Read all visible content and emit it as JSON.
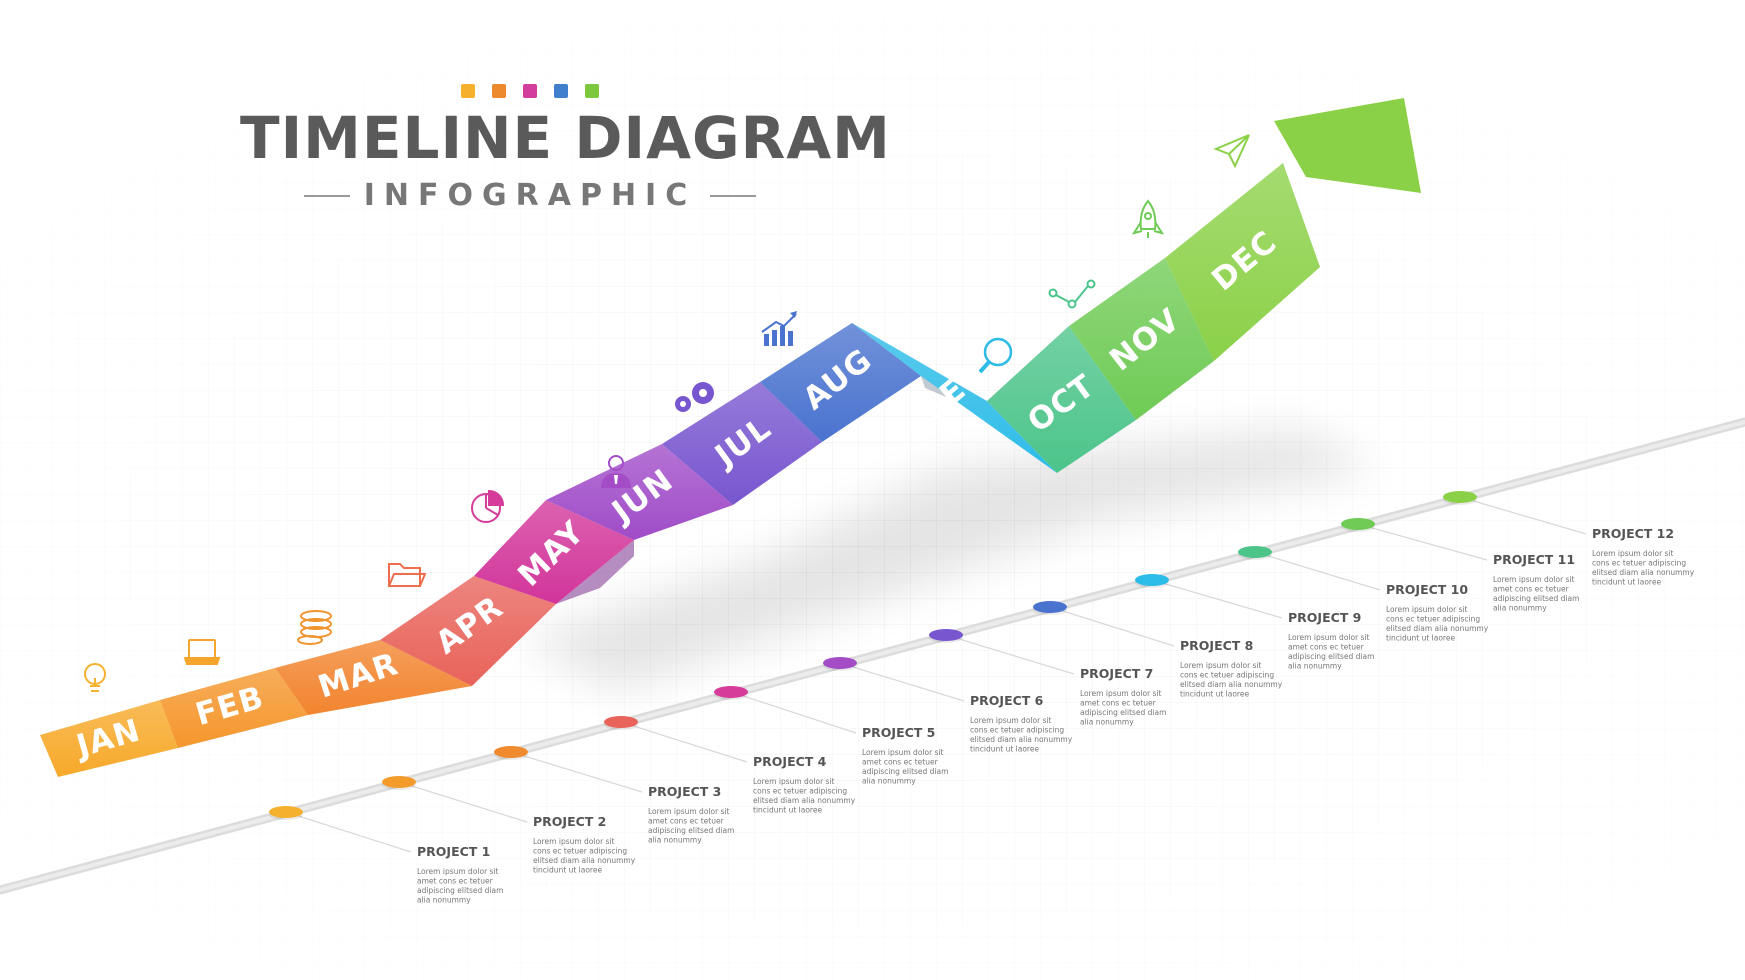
{
  "header": {
    "title": "TIMELINE DIAGRAM",
    "subtitle": "INFOGRAPHIC",
    "swatch_colors": [
      "#F5B12E",
      "#EE8A2E",
      "#D33E9C",
      "#3F7FCC",
      "#7DC73E"
    ]
  },
  "months": [
    {
      "label": "JAN",
      "color": "#F7A92A",
      "icon": "lightbulb-icon"
    },
    {
      "label": "FEB",
      "color": "#F5962C",
      "icon": "laptop-icon"
    },
    {
      "label": "MAR",
      "color": "#F2842E",
      "icon": "coins-icon"
    },
    {
      "label": "APR",
      "color": "#E8635A",
      "icon": "folder-icon"
    },
    {
      "label": "MAY",
      "color": "#D2359A",
      "icon": "pie-chart-icon"
    },
    {
      "label": "JUN",
      "color": "#A04CC8",
      "icon": "user-icon"
    },
    {
      "label": "JUL",
      "color": "#7856CF",
      "icon": "gears-icon"
    },
    {
      "label": "AUG",
      "color": "#4A73CF",
      "icon": "growth-chart-icon"
    },
    {
      "label": "SEP",
      "color": "#2DBCE8",
      "icon": "magnifier-icon"
    },
    {
      "label": "OCT",
      "color": "#4CC48A",
      "icon": "network-icon"
    },
    {
      "label": "NOV",
      "color": "#6FCB55",
      "icon": "rocket-icon"
    },
    {
      "label": "DEC",
      "color": "#8BD148",
      "icon": "paper-plane-icon"
    }
  ],
  "projects": [
    {
      "title": "PROJECT 1",
      "lines": [
        "Lorem ipsum dolor sit",
        "amet cons ec tetuer",
        "adipiscing elitsed diam",
        "alia nonummy"
      ],
      "color": "#F5B12E"
    },
    {
      "title": "PROJECT 2",
      "lines": [
        "Lorem ipsum dolor sit",
        "cons ec tetuer adipiscing",
        "elitsed diam alia nonummy",
        "tincidunt ut laoree"
      ],
      "color": "#F39C2C"
    },
    {
      "title": "PROJECT 3",
      "lines": [
        "Lorem ipsum dolor sit",
        "amet cons ec tetuer",
        "adipiscing elitsed diam",
        "alia nonummy"
      ],
      "color": "#EF8A2E"
    },
    {
      "title": "PROJECT 4",
      "lines": [
        "Lorem ipsum dolor sit",
        "cons ec tetuer adipiscing",
        "elitsed diam alia nonummy",
        "tincidunt ut laoree"
      ],
      "color": "#E8635A"
    },
    {
      "title": "PROJECT 5",
      "lines": [
        "Lorem ipsum dolor sit",
        "amet cons ec tetuer",
        "adipiscing elitsed diam",
        "alia nonummy"
      ],
      "color": "#D63C9A"
    },
    {
      "title": "PROJECT 6",
      "lines": [
        "Lorem ipsum dolor sit",
        "cons ec tetuer adipiscing",
        "elitsed diam alia nonummy",
        "tincidunt ut laoree"
      ],
      "color": "#A34CC6"
    },
    {
      "title": "PROJECT 7",
      "lines": [
        "Lorem ipsum dolor sit",
        "amet cons ec tetuer",
        "adipiscing elitsed diam",
        "alia nonummy"
      ],
      "color": "#7856CF"
    },
    {
      "title": "PROJECT 8",
      "lines": [
        "Lorem ipsum dolor sit",
        "cons ec tetuer adipiscing",
        "elitsed diam alia nonummy",
        "tincidunt ut laoree"
      ],
      "color": "#4A73CF"
    },
    {
      "title": "PROJECT 9",
      "lines": [
        "Lorem ipsum dolor sit",
        "amet cons ec tetuer",
        "adipiscing elitsed diam",
        "alia nonummy"
      ],
      "color": "#2DBCE8"
    },
    {
      "title": "PROJECT 10",
      "lines": [
        "Lorem ipsum dolor sit",
        "cons ec tetuer adipiscing",
        "elitsed diam alia nonummy",
        "tincidunt ut laoree"
      ],
      "color": "#4CC48A"
    },
    {
      "title": "PROJECT 11",
      "lines": [
        "Lorem ipsum dolor sit",
        "amet cons ec tetuer",
        "adipiscing elitsed diam",
        "alia nonummy"
      ],
      "color": "#6FCB55"
    },
    {
      "title": "PROJECT 12",
      "lines": [
        "Lorem ipsum dolor sit",
        "cons ec tetuer adipiscing",
        "elitsed diam alia nonummy",
        "tincidunt ut laoree"
      ],
      "color": "#8BD148"
    }
  ]
}
